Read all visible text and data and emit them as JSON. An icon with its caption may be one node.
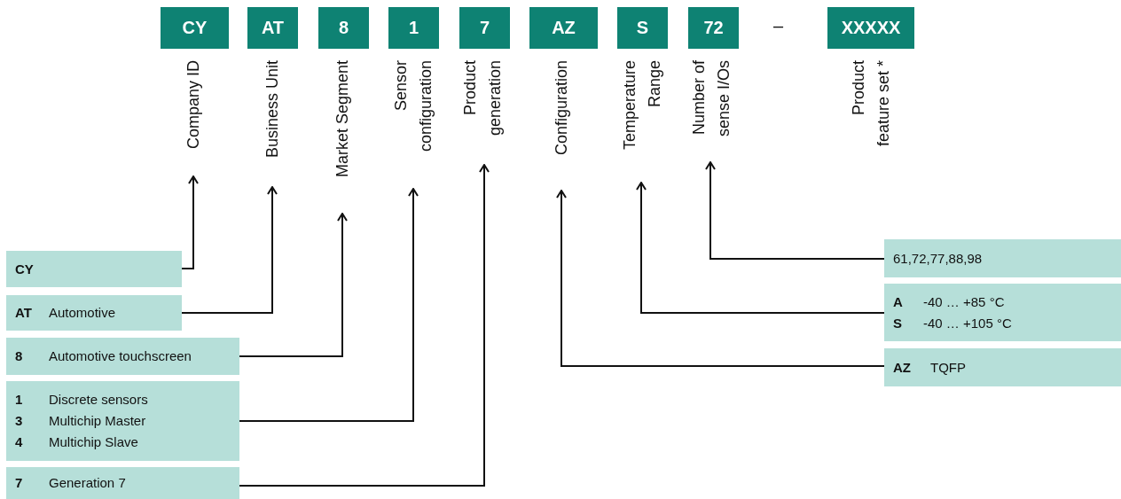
{
  "diagram": {
    "nodes": [
      {
        "text": [
          "CY"
        ]
      },
      {
        "text": [
          "AT"
        ]
      },
      {
        "text": [
          "8"
        ]
      },
      {
        "text": [
          "1"
        ]
      },
      {
        "text": [
          "7"
        ]
      },
      {
        "text": [
          "AZ"
        ]
      },
      {
        "text": [
          "S"
        ]
      },
      {
        "text": [
          "72"
        ]
      },
      {
        "text": [
          "XXXXX"
        ]
      },
      {
        "text": [
          "Company ID"
        ]
      },
      {
        "text": [
          "Business Unit"
        ]
      },
      {
        "text": [
          "Market Segment"
        ]
      },
      {
        "text": [
          "Sensor configuration"
        ]
      },
      {
        "text": [
          "Product generation"
        ]
      },
      {
        "text": [
          "Configuration"
        ]
      },
      {
        "text": [
          "Temperature Range"
        ]
      },
      {
        "text": [
          "Number of sense I/Os"
        ]
      },
      {
        "text": [
          "Product feature set *"
        ]
      },
      {
        "text": [
          "CY"
        ]
      },
      {
        "text": [
          "AT",
          "Automotive"
        ]
      },
      {
        "text": [
          "8",
          "Automotive touchscreen"
        ]
      },
      {
        "text": [
          "1",
          "Discrete sensors",
          "3",
          "Multichip Master",
          "4",
          "Multichip Slave"
        ]
      },
      {
        "text": [
          "7",
          "Generation 7"
        ]
      },
      {
        "text": [
          "61,72,77,88,98"
        ]
      },
      {
        "text": [
          "A",
          "-40 … +85 °C",
          "S",
          "-40 … +105 °C"
        ]
      },
      {
        "text": [
          "AZ",
          "TQFP"
        ]
      }
    ],
    "edges": [
      {
        "from": 18,
        "to": 9,
        "arrow": "to"
      },
      {
        "from": 19,
        "to": 10,
        "arrow": "to"
      },
      {
        "from": 20,
        "to": 11,
        "arrow": "to"
      },
      {
        "from": 21,
        "to": 12,
        "arrow": "to"
      },
      {
        "from": 22,
        "to": 13,
        "arrow": "to"
      },
      {
        "from": 25,
        "to": 14,
        "arrow": "to"
      },
      {
        "from": 24,
        "to": 15,
        "arrow": "to"
      },
      {
        "from": 23,
        "to": 16,
        "arrow": "to"
      }
    ],
    "labels": [
      "–"
    ]
  }
}
